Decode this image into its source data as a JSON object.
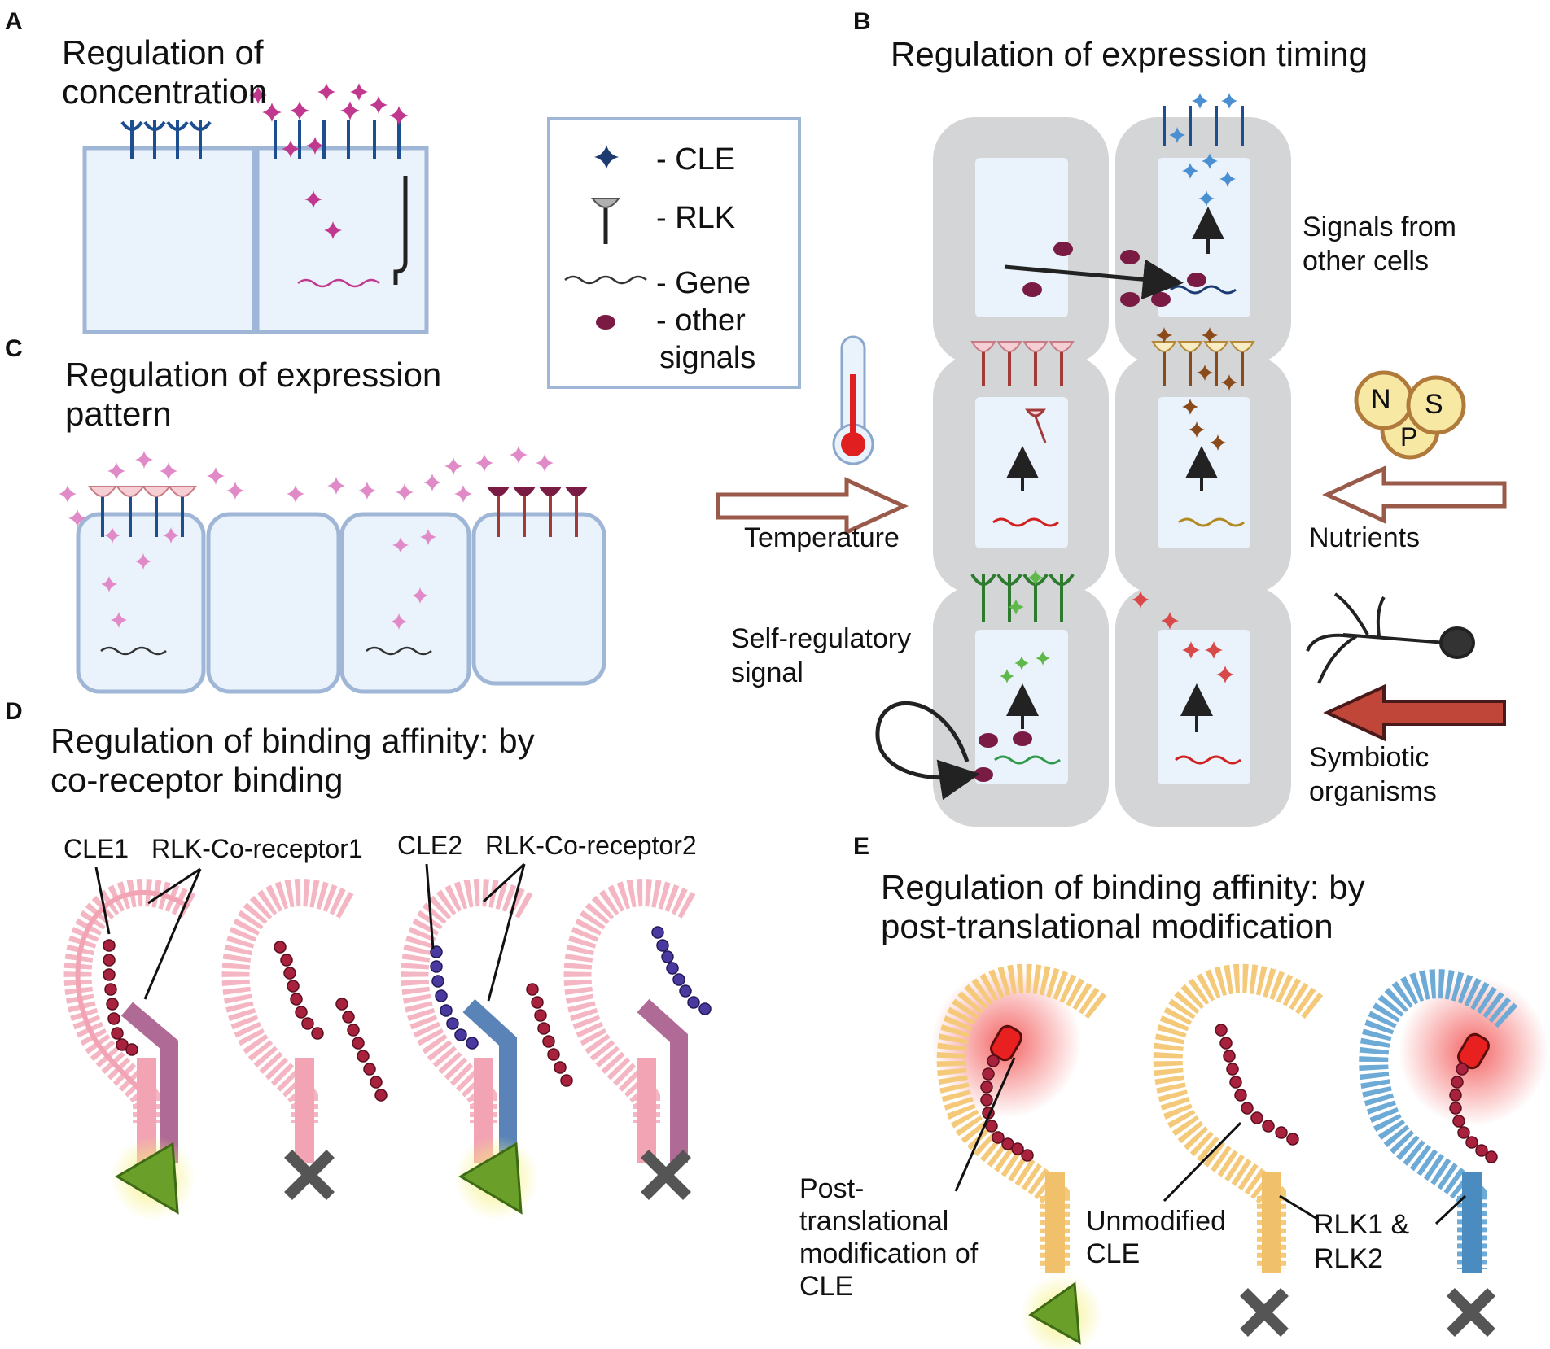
{
  "panels": {
    "a": {
      "letter": "A",
      "title_line1": "Regulation of",
      "title_line2": "concentration"
    },
    "b": {
      "letter": "B",
      "title": "Regulation of expression timing",
      "signals_line1": "Signals from",
      "signals_line2": "other cells",
      "temperature": "Temperature",
      "nutrients": "Nutrients",
      "self_line1": "Self-regulatory",
      "self_line2": "signal",
      "symbiotic_line1": "Symbiotic",
      "symbiotic_line2": "organisms",
      "nutrient_letters": [
        "N",
        "S",
        "P"
      ]
    },
    "c": {
      "letter": "C",
      "title_line1": "Regulation of expression",
      "title_line2": "pattern"
    },
    "d": {
      "letter": "D",
      "title_line1": "Regulation of binding affinity: by",
      "title_line2": "co-receptor binding",
      "cle1": "CLE1",
      "coreceptor1": "RLK-Co-receptor1",
      "cle2": "CLE2",
      "coreceptor2": "RLK-Co-receptor2"
    },
    "e": {
      "letter": "E",
      "title_line1": "Regulation of binding affinity: by",
      "title_line2": "post-translational modification",
      "ptm_line1": "Post-",
      "ptm_line2": "translational",
      "ptm_line3": "modification of",
      "ptm_line4": "CLE",
      "unmod_line1": "Unmodified",
      "unmod_line2": "CLE",
      "rlk_line1": "RLK1 &",
      "rlk_line2": "RLK2"
    }
  },
  "legend": {
    "items": [
      {
        "icon": "cle-icon",
        "label": "-   CLE"
      },
      {
        "icon": "rlk-icon",
        "label": "-  RLK"
      },
      {
        "icon": "gene-icon",
        "label": "-  Gene"
      },
      {
        "icon": "other-signal-icon",
        "label": "- other"
      }
    ],
    "last_line": "signals"
  },
  "colors": {
    "cell_fill": "#eaf2fb",
    "cell_stroke": "#9fb6d6",
    "gray_cell": "#d4d5d7",
    "magenta": "#c0398e",
    "blue": "#1d4e8f",
    "maroon": "#7a1b44",
    "pink_receptor": "#f2b8c6",
    "orange_receptor": "#f0c477",
    "light_blue_receptor": "#5a9ccc"
  }
}
